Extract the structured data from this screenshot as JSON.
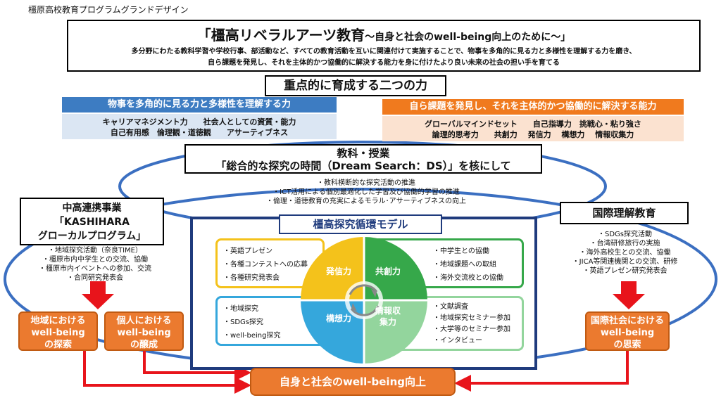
{
  "page_title": "橿原高校教育プログラムグランドデザイン",
  "hero": {
    "title": "「橿高リベラルアーツ教育",
    "subtitle": "～自身と社会のwell-being向上のために～」",
    "desc1": "多分野にわたる教科学習や学校行事、部活動など、すべての教育活動を互いに関連付けて実施することで、物事を多角的に見る力と多様性を理解する力を磨き、",
    "desc2": "自ら課題を発見し、それを主体的かつ協働的に解決する能力を身に付けたより良い未来の社会の担い手を育てる"
  },
  "focus_title": "重点的に育成する二つの力",
  "blue_band": {
    "header": "物事を多角的に見る力と多様性を理解する力",
    "line1": "キャリアマネジメント力　　社会人としての資質・能力",
    "line2": "自己有用感　倫理観・道徳観　　アサーティブネス"
  },
  "orange_band": {
    "header": "自ら課題を発見し、それを主体的かつ協働的に解決する能力",
    "line1": "グローバルマインドセット　　自己指導力　挑戦心・粘り強さ",
    "line2": "論理的思考力　　共創力　 発信力　 構想力　 情報収集力"
  },
  "subjects": {
    "title1": "教科・授業",
    "title2": "「総合的な探究の時間（Dream Search：DS）」を核にして",
    "items": [
      "・教科横断的な探究活動の推進",
      "・ICT活用による個別最適化した学習及び協働的学習の推進",
      "・倫理・道徳教育の充実によるモラル･アサーティブネスの向上"
    ]
  },
  "coop": {
    "line1": "中高連携事業",
    "line2": "「KASHIHARA",
    "line3": "グローカルプログラム」",
    "items": [
      "・地域探究活動（奈良TIME）",
      "・橿原市内中学生との交流、協働",
      "・橿原市内イベントへの参加、交流",
      "・合同研究発表会"
    ]
  },
  "intl": {
    "title": "国際理解教育",
    "items": [
      "・SDGs探究活動",
      "・台湾研修旅行の実施",
      "・海外高校生との交流、協働",
      "・JICA等関連機関との交流、研修",
      "・英語プレゼン研究発表会"
    ]
  },
  "model": {
    "title": "橿高探究循環モデル",
    "petal_yellow": "発信力",
    "petal_green": "共創力",
    "petal_blue": "構想力",
    "petal_lgreen1": "情報収",
    "petal_lgreen2": "集力",
    "yellow_items": [
      "・英語プレゼン",
      "・各種コンテストへの応募",
      "・各種研究発表会"
    ],
    "green_items": [
      "・中学生との協働",
      "・地域課題への取組",
      "・海外交流校との協働"
    ],
    "blue_items": [
      "・地域探究",
      "・SDGs探究",
      "・well-being探究"
    ],
    "lgreen_items": [
      "・文献調査",
      "・地域探究セミナー参加",
      "・大学等のセミナー参加",
      "・インタビュー"
    ]
  },
  "outcomes": {
    "regional": [
      "地域における",
      "well-being",
      "の探索"
    ],
    "personal": [
      "個人における",
      "well-being",
      "の醸成"
    ],
    "global": [
      "国際社会における",
      "well-being",
      "の思索"
    ],
    "result": "自身と社会のwell-being向上"
  },
  "colors": {
    "blue": "#3d7cc2",
    "orange": "#f07a1e",
    "navy": "#1f3b7d",
    "red": "#e8141b",
    "ellipse": "#3b6fc1",
    "yellow": "#f4c21b",
    "green": "#36a84a",
    "lightblue": "#35a7dc",
    "lightgreen": "#93d59d"
  }
}
